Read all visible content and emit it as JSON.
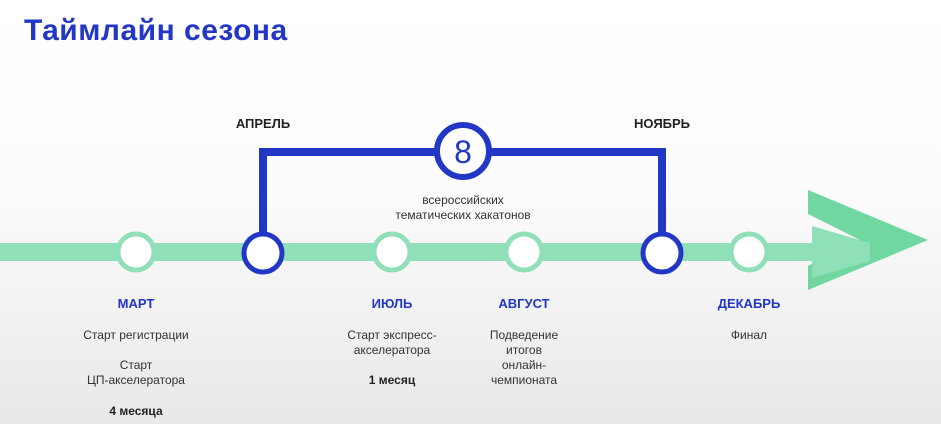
{
  "title": "Таймлайн сезона",
  "colors": {
    "accent_blue": "#2337c6",
    "track_green": "#8fe0b8",
    "arrow_green": "#6fd79f",
    "node_fill": "#ffffff"
  },
  "hackathon": {
    "count": "8",
    "label": "всероссийских\nтематических хакатонов",
    "start_month": "АПРЕЛЬ",
    "end_month": "НОЯБРЬ"
  },
  "milestones": {
    "march": {
      "month": "МАРТ",
      "desc": "Старт регистрации\n\nСтарт\nЦП-акселератора",
      "duration": "4 месяца"
    },
    "july": {
      "month": "ИЮЛЬ",
      "desc": "Старт экспресс-\nакселератора",
      "duration": "1 месяц"
    },
    "august": {
      "month": "АВГУСТ",
      "desc": "Подведение\nитогов\nонлайн-\nчемпионата"
    },
    "december": {
      "month": "ДЕКАБРЬ",
      "desc": "Финал"
    }
  }
}
